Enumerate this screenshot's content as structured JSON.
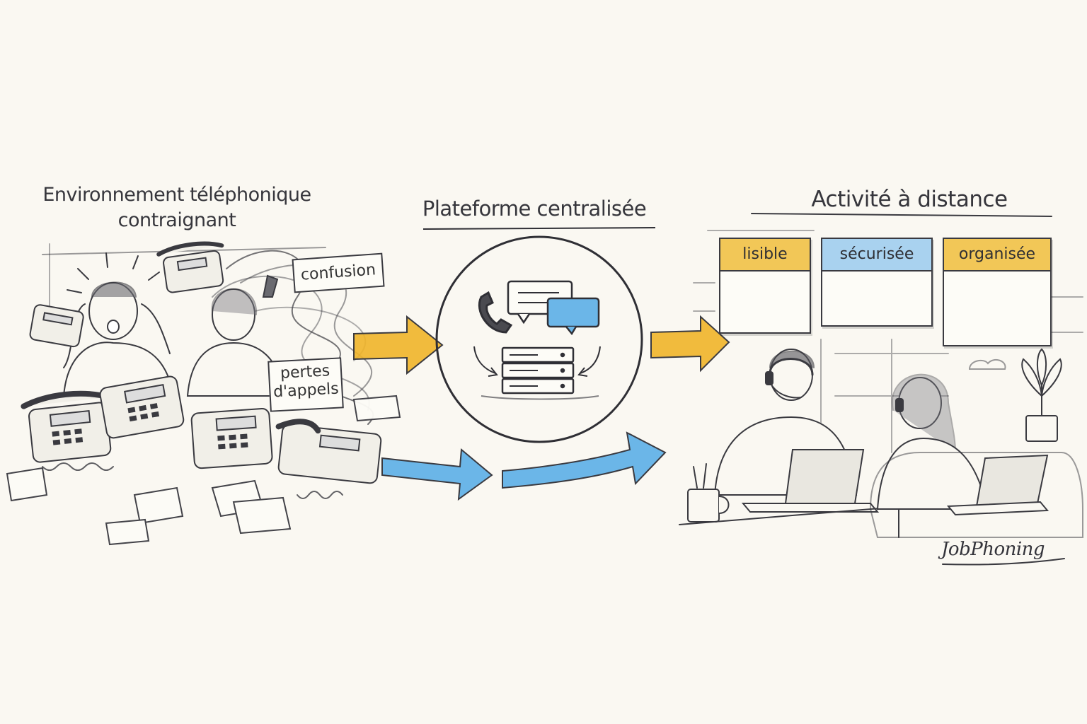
{
  "titles": {
    "left_line1": "Environnement téléphonique",
    "left_line2": "contraignant",
    "center": "Plateforme centralisée",
    "right": "Activité à distance"
  },
  "notes": {
    "confusion": "confusion",
    "pertes_line1": "pertes",
    "pertes_line2": "d'appels"
  },
  "cards": [
    {
      "label": "lisible",
      "color": "#f2c757"
    },
    {
      "label": "sécurisée",
      "color": "#a9d2ef"
    },
    {
      "label": "organisée",
      "color": "#f2c757"
    }
  ],
  "brand": "JobPhoning",
  "colors": {
    "yellow_arrow": "#f0b429",
    "blue_arrow": "#6bb6e8",
    "ink": "#3a3a40",
    "paper": "#faf8f2"
  },
  "icons": [
    "phone-icon",
    "chat-bubble-icon",
    "server-icon",
    "lock-icon",
    "checkbox-icon",
    "headset-icon",
    "laptop-icon",
    "plant-icon",
    "mug-icon"
  ]
}
